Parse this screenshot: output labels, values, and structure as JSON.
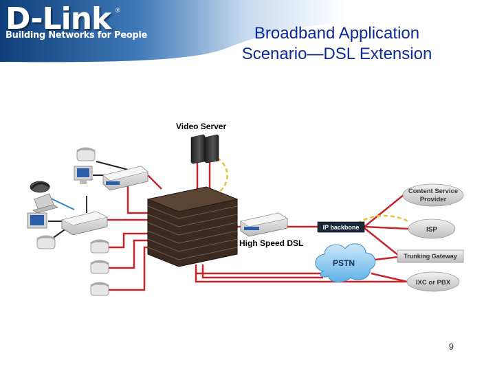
{
  "header": {
    "logo_text": "D-Link",
    "logo_mark": "®",
    "tagline": "Building Networks for People",
    "title_line1": "Broadband Application",
    "title_line2": "Scenario—DSL Extension"
  },
  "diagram": {
    "labels": {
      "video_server": "Video Server",
      "high_speed_dsl": "High Speed DSL",
      "ip_backbone": "IP backbone",
      "pstn": "PSTN",
      "content_service_provider_line1": "Content Service",
      "content_service_provider_line2": "Provider",
      "isp": "ISP",
      "trunking_gateway": "Trunking Gateway",
      "ixc_or_pbx": "IXC or PBX"
    },
    "colors": {
      "link_red": "#c8232a",
      "wireless_yellow": "#e8c030",
      "client_link_dark": "#222222",
      "wifi_blue": "#2a7fd0",
      "node_gray": "#d8d8d8",
      "ip_backbone_bg": "#1a2a3a",
      "pstn_cloud": "#8ec8ee",
      "dslam_dark": "#3a2a20"
    }
  },
  "footer": {
    "page_number": "9"
  }
}
